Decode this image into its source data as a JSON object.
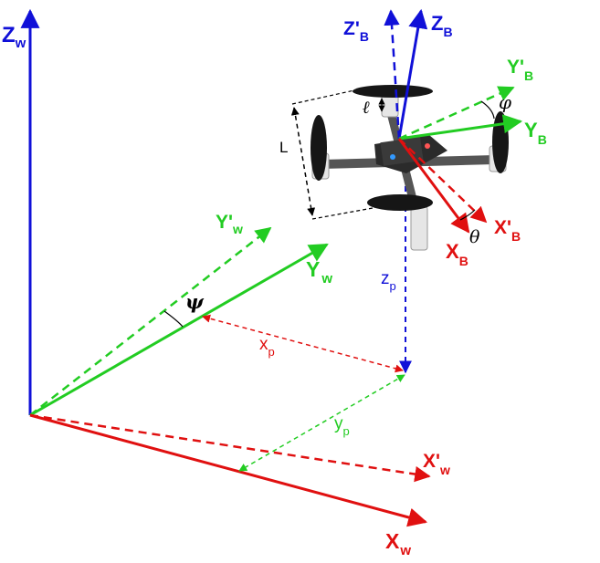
{
  "colors": {
    "z_axis": "#1010d8",
    "x_axis": "#e01010",
    "y_axis": "#22cc22",
    "dim_line": "#000000"
  },
  "labels": {
    "zw_main": "Z",
    "zw_sub": "w",
    "yw_main": "Y",
    "yw_sub": "w",
    "yw_prime_main": "Y'",
    "yw_prime_sub": "w",
    "xw_main": "X",
    "xw_sub": "w",
    "xw_prime_main": "X'",
    "xw_prime_sub": "w",
    "zb_main": "Z",
    "zb_sub": "B",
    "zb_prime_main": "Z'",
    "zb_prime_sub": "B",
    "yb_main": "Y",
    "yb_sub": "B",
    "yb_prime_main": "Y'",
    "yb_prime_sub": "B",
    "xb_main": "X",
    "xb_sub": "B",
    "xb_prime_main": "X'",
    "xb_prime_sub": "B",
    "xp_main": "x",
    "xp_sub": "p",
    "yp_main": "y",
    "yp_sub": "p",
    "zp_main": "z",
    "zp_sub": "p",
    "psi": "ψ",
    "phi": "φ",
    "theta": "θ",
    "arm_length": "L",
    "prop_offset": "ℓ"
  }
}
